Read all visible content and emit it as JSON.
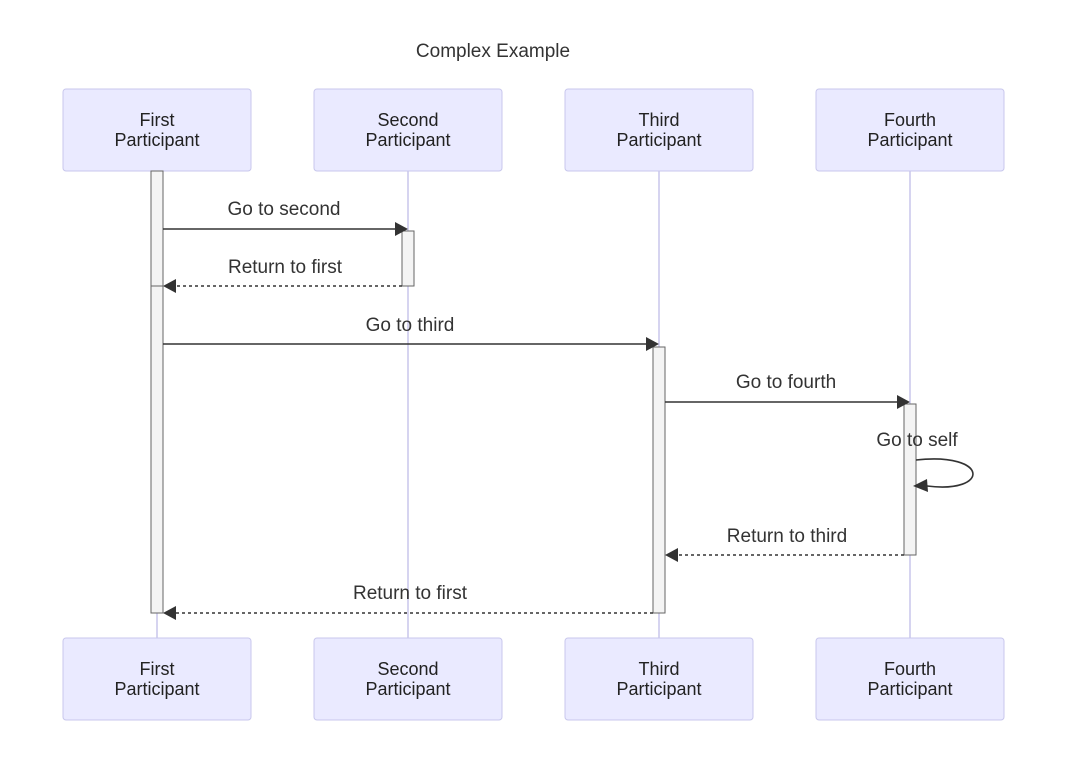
{
  "title": "Complex Example",
  "participants": [
    {
      "id": "first",
      "line1": "First",
      "line2": "Participant"
    },
    {
      "id": "second",
      "line1": "Second",
      "line2": "Participant"
    },
    {
      "id": "third",
      "line1": "Third",
      "line2": "Participant"
    },
    {
      "id": "fourth",
      "line1": "Fourth",
      "line2": "Participant"
    }
  ],
  "messages": [
    {
      "from": "first",
      "to": "second",
      "label": "Go to second",
      "style": "solid"
    },
    {
      "from": "second",
      "to": "first",
      "label": "Return to first",
      "style": "dashed"
    },
    {
      "from": "first",
      "to": "third",
      "label": "Go to third",
      "style": "solid"
    },
    {
      "from": "third",
      "to": "fourth",
      "label": "Go to fourth",
      "style": "solid"
    },
    {
      "from": "fourth",
      "to": "fourth",
      "label": "Go to self",
      "style": "solid"
    },
    {
      "from": "fourth",
      "to": "third",
      "label": "Return to third",
      "style": "dashed"
    },
    {
      "from": "third",
      "to": "first",
      "label": "Return to first",
      "style": "dashed"
    }
  ],
  "colors": {
    "actor_fill": "#eaeaff",
    "actor_border": "#c8c7ec",
    "lifeline": "#d6d4f0",
    "activation_fill": "#f4f4f4",
    "line": "#333333"
  }
}
